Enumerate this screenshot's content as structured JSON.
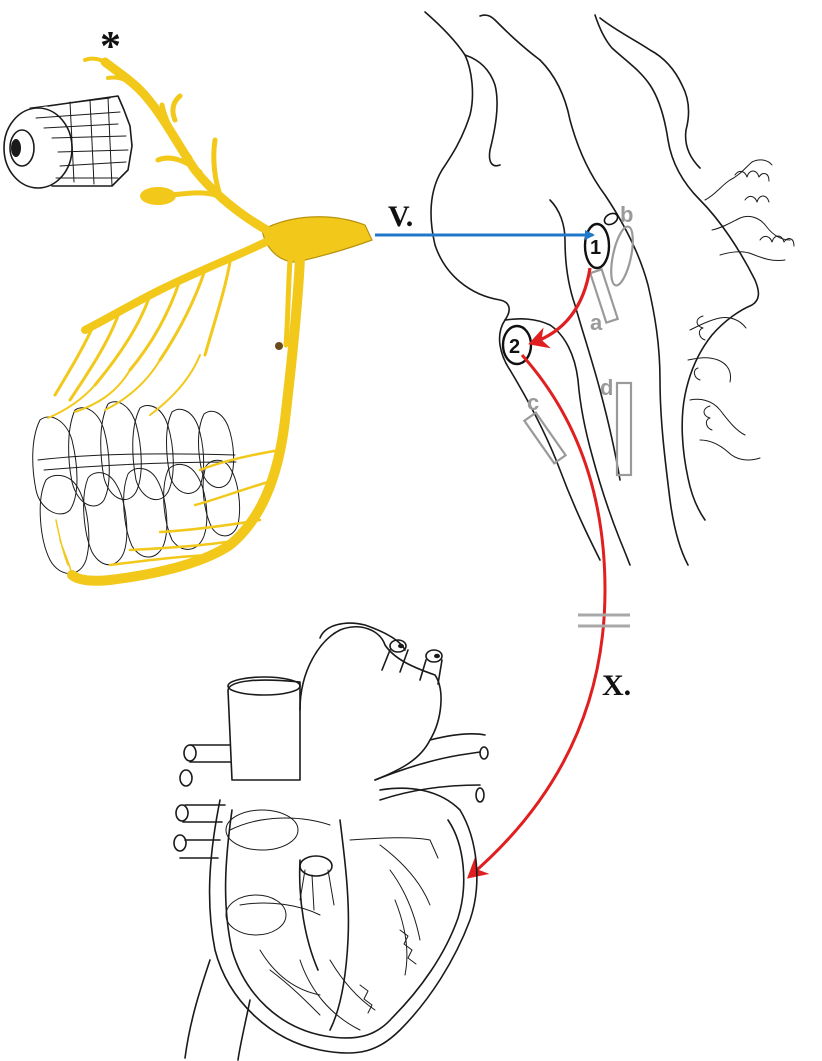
{
  "labels": {
    "asterisk": "*",
    "nerve_v": "V.",
    "nerve_x": "X.",
    "nucleus_1": "1",
    "nucleus_2": "2",
    "region_a": "a",
    "region_b": "b",
    "region_c": "c",
    "region_d": "d"
  },
  "colors": {
    "nerve_yellow": "#f2c81b",
    "nerve_outline": "#b8930c",
    "afferent_arrow": "#1f78c8",
    "efferent_arrow": "#e02020",
    "region_gray": "#9a9a9a",
    "ink": "#1a1a1a"
  },
  "icons": {
    "eye": "eye-icon",
    "teeth": "teeth-icon",
    "brainstem": "brainstem-icon",
    "heart": "heart-icon"
  }
}
